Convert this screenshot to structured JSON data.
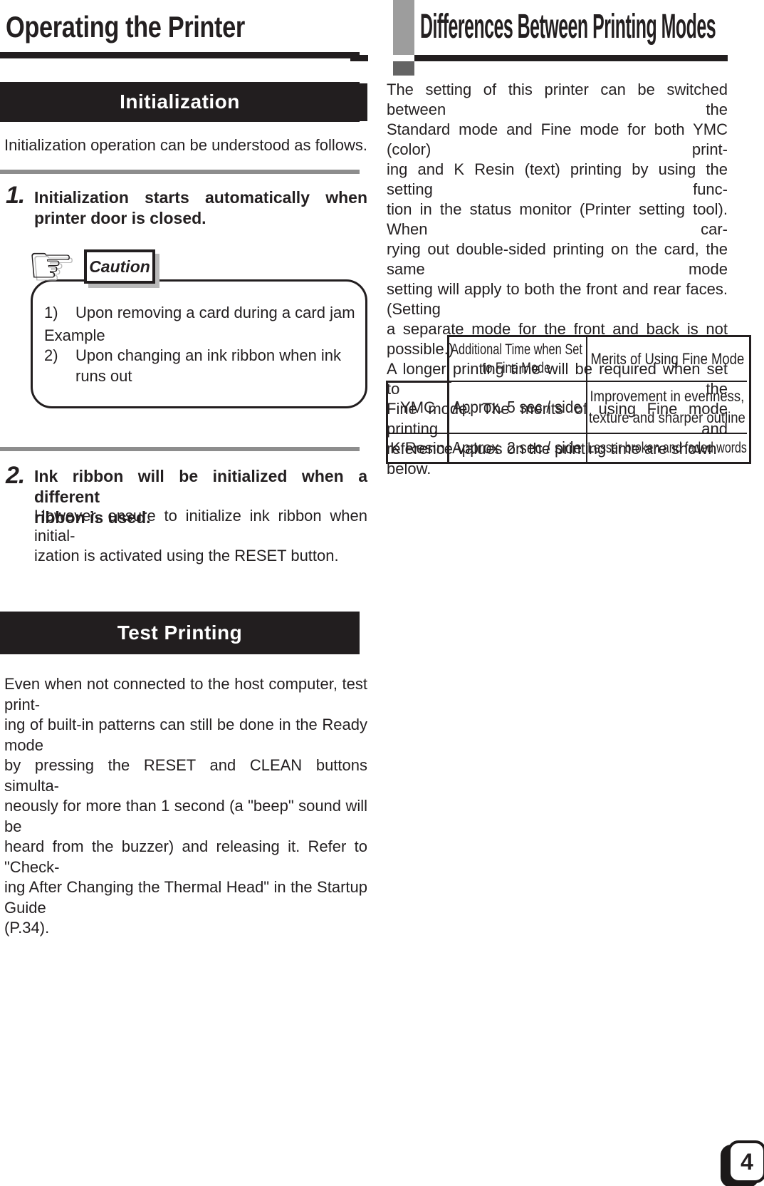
{
  "left_column": {
    "title": "Operating the Printer",
    "initialization_header": "Initialization",
    "intro": "Initialization operation can be understood as follows.",
    "step1": {
      "number": "1.",
      "heading_lines": [
        "Initialization starts automatically when",
        "printer door is closed."
      ]
    },
    "caution": {
      "label": "Caution",
      "hand_glyph": "☞",
      "item1_num": "1)",
      "item1_text": "Upon removing a card during a card jam",
      "example_label": "Example",
      "item2_num": "2)",
      "item2_text": "Upon changing an ink ribbon when ink runs out"
    },
    "step2": {
      "number": "2.",
      "heading_lines": [
        "Ink ribbon will be initialized when a different",
        "ribbon is used."
      ],
      "body_lines": [
        "However, ensure to initialize ink ribbon when initial-",
        "ization is activated using the RESET button."
      ]
    },
    "test_printing_header": "Test Printing",
    "test_paragraph_lines": [
      "Even when not connected to the host computer, test print-",
      "ing of built-in patterns can still be done in the Ready mode",
      "by pressing the RESET and CLEAN buttons simulta-",
      "neously for more than 1 second (a \"beep\" sound will be",
      "heard from the buzzer) and releasing it. Refer to \"Check-",
      "ing After Changing the Thermal Head\" in the Startup Guide",
      "(P.34)."
    ]
  },
  "right_column": {
    "title": "Differences Between Printing Modes",
    "paragraph_lines": [
      "The setting of this printer can be switched between the",
      "Standard mode and Fine mode for both YMC (color) print-",
      "ing and K Resin (text) printing by using the setting func-",
      "tion in the status monitor (Printer setting tool). When car-",
      "rying out double-sided printing on the card, the same mode",
      "setting will apply to both the front and rear faces. (Setting",
      "a separate mode for the front and back is not possible.)",
      "A longer printing time will be required when set to the",
      "Fine mode. The merits of using Fine mode printing and",
      "reference values on the printing time are shown below."
    ],
    "table": {
      "header_col2_lines": [
        "Additional Time when Set",
        "to Fine Mode"
      ],
      "header_col3": "Merits of Using Fine Mode",
      "rows": [
        {
          "label": "YMC",
          "time": "Approx. 5 sec / side",
          "merit_lines": [
            "Improvement in evenness,",
            "texture and sharper outline"
          ]
        },
        {
          "label": "K Resin",
          "time": "Approx. 2 sec / side",
          "merit_lines": [
            "Lesser broken and faded words"
          ]
        }
      ]
    }
  },
  "footer": {
    "page_number": "4"
  },
  "colors": {
    "ink_black": "#221e1f",
    "rule_gray": "#8d8d8d",
    "bar_light_gray": "#9d9d9d",
    "square_dark_gray": "#646464",
    "shadow_gray": "#b9b9b9"
  }
}
